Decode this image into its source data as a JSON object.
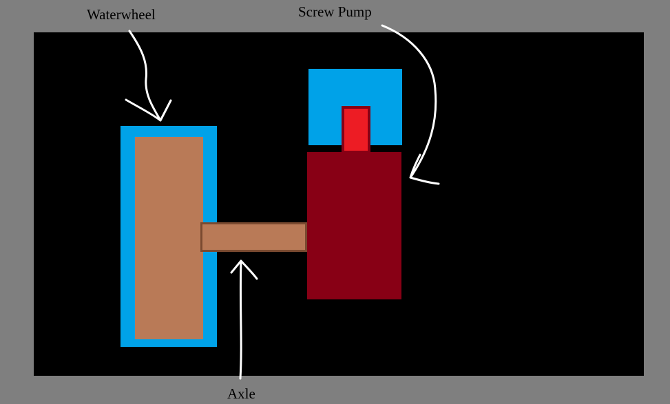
{
  "labels": {
    "waterwheel": "Waterwheel",
    "screw_pump": "Screw Pump",
    "axle": "Axle"
  },
  "colors": {
    "background": "#7f7f7f",
    "canvas": "#000000",
    "water": "#00a2e8",
    "wood": "#b97a57",
    "wood_border": "#7a4a30",
    "pump": "#880015",
    "pump_highlight": "#ed1c24",
    "arrow": "#ffffff"
  }
}
